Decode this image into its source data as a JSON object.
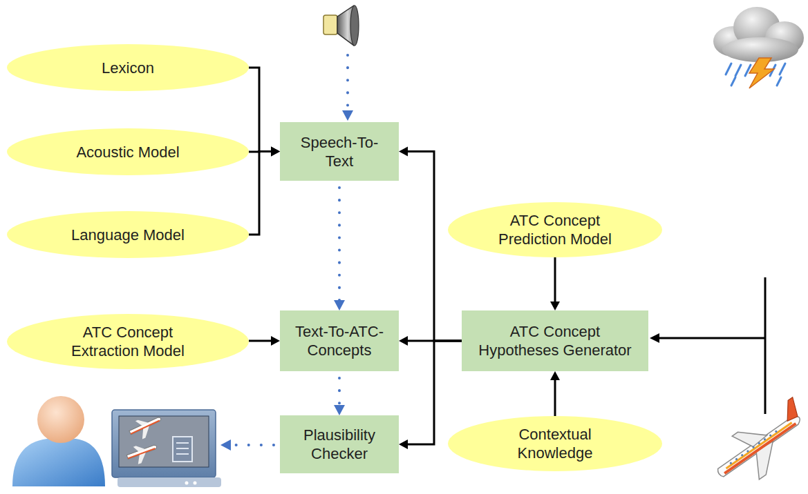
{
  "diagram": {
    "nodes": [
      {
        "text": [
          "Lexicon"
        ]
      },
      {
        "text": [
          "Speech-To-Text"
        ]
      },
      {
        "text": [
          "Acoustic Model"
        ]
      },
      {
        "text": [
          "Language Model"
        ]
      },
      {
        "text": [
          "ATC Concept Prediction Model"
        ]
      },
      {
        "text": [
          "ATC Concept Extraction Model"
        ]
      },
      {
        "text": [
          "Text-To-ATC-Concepts"
        ]
      },
      {
        "text": [
          "ATC Concept Hypotheses Generator"
        ]
      },
      {
        "text": [
          "Plausibility Checker"
        ]
      },
      {
        "text": [
          "Contextual Knowledge"
        ]
      }
    ],
    "edges": [
      {
        "from": 0,
        "to": 1,
        "arrow": "to"
      },
      {
        "from": 2,
        "to": 1,
        "arrow": "to"
      },
      {
        "from": 3,
        "to": 1,
        "arrow": "to"
      },
      {
        "from": 1,
        "to": 6,
        "arrow": "to"
      },
      {
        "from": 6,
        "to": 8,
        "arrow": "to"
      },
      {
        "from": 4,
        "to": 7,
        "arrow": "to"
      },
      {
        "from": 5,
        "to": 6,
        "arrow": "to"
      },
      {
        "from": 7,
        "to": 6,
        "arrow": "to"
      },
      {
        "from": 7,
        "to": 1,
        "arrow": "to"
      },
      {
        "from": 7,
        "to": 8,
        "arrow": "to"
      },
      {
        "from": 9,
        "to": 7,
        "arrow": "to"
      }
    ]
  }
}
